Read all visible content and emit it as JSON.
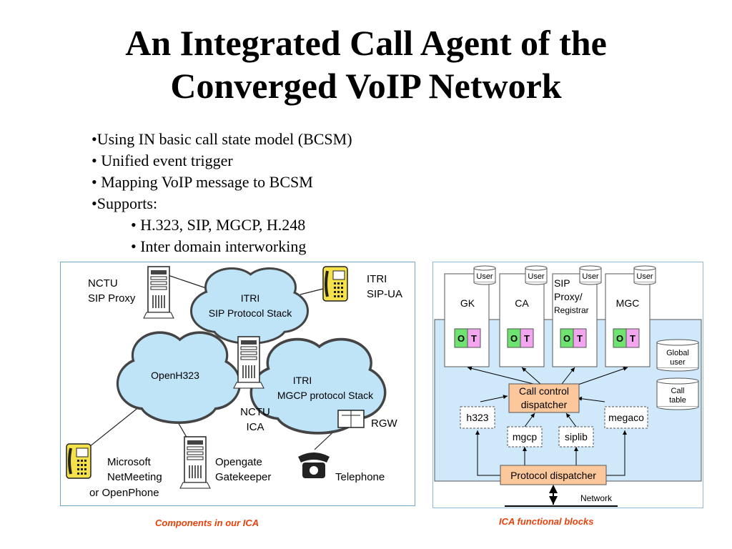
{
  "title": {
    "line1": "An Integrated Call Agent of the",
    "line2": "Converged VoIP Network"
  },
  "bullets": [
    "•Using IN basic call state model (BCSM)",
    "• Unified event trigger",
    "• Mapping VoIP message to BCSM",
    "•Supports:"
  ],
  "sub_bullets": [
    "• H.323, SIP, MGCP, H.248",
    "• Inter domain interworking"
  ],
  "left_diagram": {
    "nctu_sip_proxy": [
      "NCTU",
      "SIP Proxy"
    ],
    "itri_sip_ua": [
      "ITRI",
      "SIP-UA"
    ],
    "sip_cloud": [
      "ITRI",
      "SIP Protocol Stack"
    ],
    "h323_cloud": "OpenH323",
    "mgcp_cloud": [
      "ITRI",
      "MGCP protocol Stack"
    ],
    "nctu_ica": [
      "NCTU",
      "ICA"
    ],
    "rgw": "RGW",
    "netmeeting": [
      "Microsoft",
      "NetMeeting",
      "or OpenPhone"
    ],
    "gatekeeper": [
      "Opengate",
      "Gatekeeper"
    ],
    "telephone": "Telephone"
  },
  "right_diagram": {
    "modules": [
      {
        "user": "User",
        "name": [
          "GK"
        ]
      },
      {
        "user": "User",
        "name": [
          "CA"
        ]
      },
      {
        "user": "User",
        "name": [
          "SIP",
          "Proxy/",
          "Registrar"
        ]
      },
      {
        "user": "User",
        "name": [
          "MGC"
        ]
      }
    ],
    "o_label": "O",
    "t_label": "T",
    "global_user": [
      "Global",
      "user"
    ],
    "call_table": [
      "Call",
      "table"
    ],
    "call_control": [
      "Call control",
      "dispatcher"
    ],
    "h323": "h323",
    "megaco": "megaco",
    "mgcp": "mgcp",
    "siplib": "siplib",
    "protocol_dispatcher": "Protocol dispatcher",
    "network": "Network"
  },
  "captions": {
    "left": "Components in our ICA",
    "right": "ICA functional blocks"
  },
  "colors": {
    "cloud": "#bfe3f7",
    "panel_blue": "#cfe8fa",
    "o_green": "#6fe36f",
    "t_pink": "#f3a6ef",
    "dispatcher_orange": "#fcc89b",
    "caption_red": "#e8410a"
  }
}
